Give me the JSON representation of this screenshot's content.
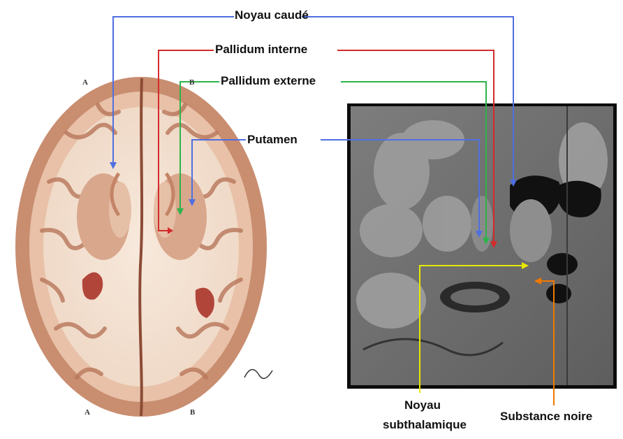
{
  "labels": {
    "noyau_caude": "Noyau caudé",
    "pallidum_interne": "Pallidum interne",
    "pallidum_externe_1": "Pallidum ex",
    "pallidum_externe_2": "terne",
    "putamen": "Putamen",
    "noyau_sub_1": "Noyau",
    "noyau_sub_2": "subthalamique",
    "substance_noire": "Substance noire"
  },
  "section_letters": {
    "a_top": "A",
    "b_top": "B",
    "a_bottom": "A",
    "b_bottom": "B"
  },
  "colors": {
    "noyau_caude": "#4f6fe0",
    "pallidum_interne": "#d42b2b",
    "pallidum_externe": "#2eb34a",
    "putamen": "#4f6fe0",
    "noyau_subthalamique": "#e8e800",
    "substance_noire": "#f07800"
  }
}
